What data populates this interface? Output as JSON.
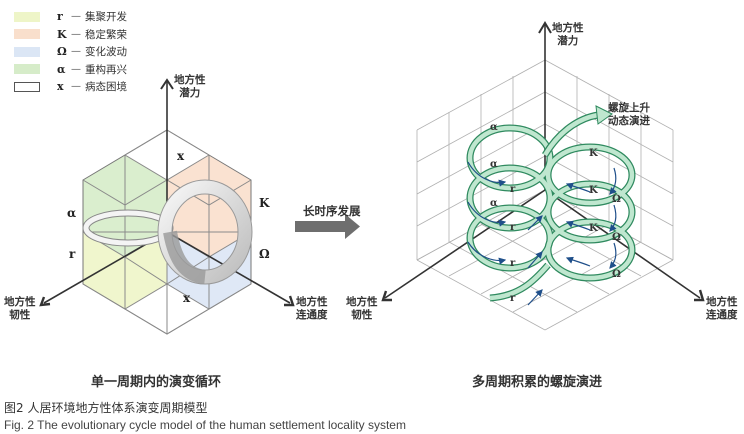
{
  "legend": [
    {
      "symbol": "r",
      "label": "集聚开发",
      "color": "#eef5c8"
    },
    {
      "symbol": "K",
      "label": "稳定繁荣",
      "color": "#f9dfcc"
    },
    {
      "symbol": "Ω",
      "label": "变化波动",
      "color": "#dbe6f5"
    },
    {
      "symbol": "α",
      "label": "重构再兴",
      "color": "#d6ecc9"
    },
    {
      "symbol": "x",
      "label": "病态困境",
      "color": "#ffffff"
    }
  ],
  "left_panel": {
    "title": "单一周期内的演变循环",
    "axes": {
      "up": "地方性\n潜力",
      "left": "地方性\n韧性",
      "right": "地方性\n连通度"
    },
    "phase_labels": {
      "top_x": "x",
      "bottom_x": "x",
      "alpha": "α",
      "r": "r",
      "K": "K",
      "omega": "Ω"
    }
  },
  "transition": {
    "label": "长时序发展"
  },
  "right_panel": {
    "title": "多周期积累的螺旋演进",
    "axes": {
      "up": "地方性\n潜力",
      "left": "地方性\n韧性",
      "right": "地方性\n连通度"
    },
    "spiral_label": "螺旋上升\n动态演进",
    "phase_labels": [
      "α",
      "α",
      "α",
      "r",
      "r",
      "r",
      "r",
      "K",
      "K",
      "K",
      "Ω",
      "Ω",
      "Ω"
    ]
  },
  "caption": {
    "cn": "图2  人居环境地方性体系演变周期模型",
    "en": "Fig. 2  The evolutionary cycle model of the human settlement locality system"
  },
  "colors": {
    "r": "#eef5c8",
    "K": "#f9dfcc",
    "omega": "#dbe6f5",
    "alpha": "#d6ecc9",
    "ribbon_green": "#4fae80",
    "arrow_blue": "#1f4f8a",
    "grid": "#999999",
    "axis": "#333333",
    "big_arrow": "#6e6e6e"
  }
}
